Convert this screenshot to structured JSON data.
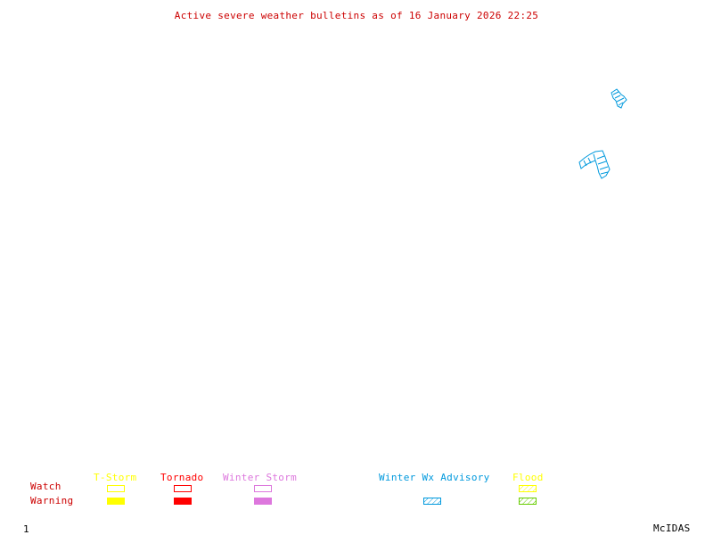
{
  "title": "Active severe weather bulletins as of 16 January 2026 22:25",
  "colors": {
    "title": "#cc0000",
    "tstorm": "#ffff00",
    "tornado": "#ff0000",
    "winter_storm": "#dd77dd",
    "winter_advisory": "#0099dd",
    "flood_watch": "#ffff00",
    "flood_warning": "#66cc00"
  },
  "legend": {
    "row_watch": "Watch",
    "row_warning": "Warning",
    "tstorm": "T-Storm",
    "tornado": "Tornado",
    "winter_storm": "Winter Storm",
    "winter_advisory": "Winter Wx Advisory",
    "flood": "Flood"
  },
  "map": {
    "active_areas": [
      {
        "type": "Winter Wx Advisory",
        "region": "northeast-upper"
      },
      {
        "type": "Winter Wx Advisory",
        "region": "northeast-lower"
      }
    ]
  },
  "footer": {
    "frame_number": "1",
    "brand": "McIDAS"
  }
}
